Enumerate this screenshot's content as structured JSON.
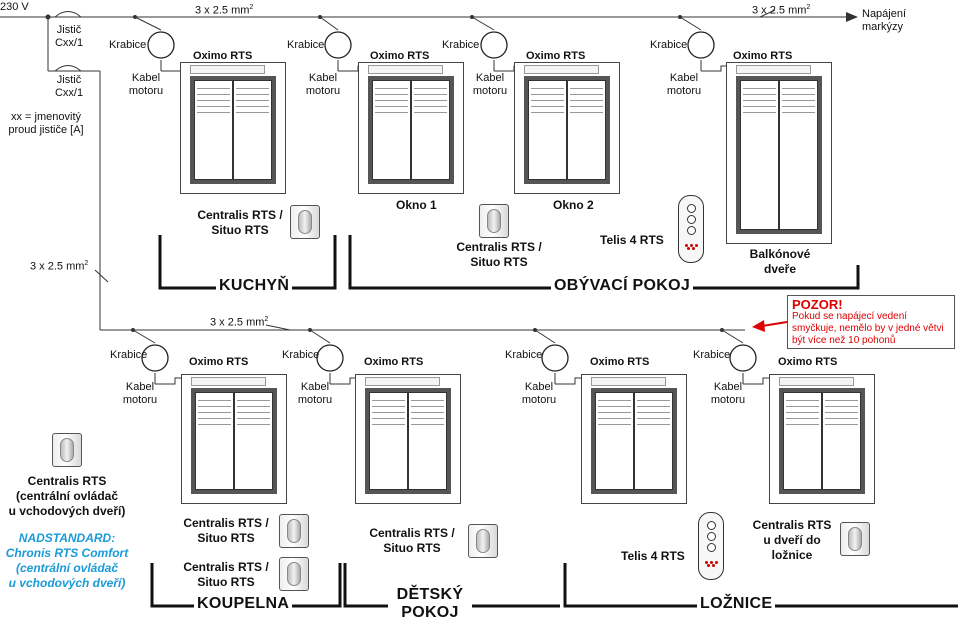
{
  "supply": {
    "voltage": "230 V",
    "breaker1_line1": "Jistič",
    "breaker1_line2": "Cxx/1",
    "breaker2_line1": "Jistič",
    "breaker2_line2": "Cxx/1",
    "note_line1": "xx = jmenovitý",
    "note_line2": "proud jističe [A]",
    "cable_top": "3 x 2.5 mm",
    "cable_top_sup": "2",
    "cable_top_right": "3 x 2.5 mm",
    "cable_top_right_sup": "2",
    "cable_left": "3 x 2.5 mm",
    "cable_left_sup": "2",
    "cable_mid": "3 x 2.5 mm",
    "cable_mid_sup": "2",
    "markyza_line1": "Napájení",
    "markyza_line2": "markýzy"
  },
  "labels": {
    "krabice": "Krabice",
    "motor": "Oximo RTS",
    "kabel_line1": "Kabel",
    "kabel_line2": "motoru"
  },
  "rooms": {
    "kuchyn": "KUCHYŇ",
    "obyvaci": "OBÝVACÍ POKOJ",
    "koupelna": "KOUPELNA",
    "detsky_line1": "DĚTSKÝ",
    "detsky_line2": "POKOJ",
    "loznice": "LOŽNICE"
  },
  "windows": {
    "okno1": "Okno 1",
    "okno2": "Okno 2",
    "balkon_line1": "Balkónové",
    "balkon_line2": "dveře"
  },
  "devices": {
    "situo_line1": "Centralis RTS /",
    "situo_line2": "Situo RTS",
    "telis": "Telis 4 RTS",
    "central_line1": "Centralis RTS",
    "central_line2": "(centrální ovládač",
    "central_line3": "u vchodových dveří)",
    "nadstandard_line1": "NADSTANDARD:",
    "nadstandard_line2": "Chronis RTS Comfort",
    "nadstandard_line3": "(centrální ovládač",
    "nadstandard_line4": "u vchodových dveří)",
    "bedroom_line1": "Centralis RTS",
    "bedroom_line2": "u dveří do",
    "bedroom_line3": "ložnice"
  },
  "warning": {
    "title": "POZOR!",
    "text": "Pokud se napájecí vedení smyčkuje, nemělo by v jedné větvi být více než 10 pohonů"
  },
  "colors": {
    "warning": "#d00000",
    "nadstandard": "#1a9bd8",
    "frame": "#555555"
  }
}
